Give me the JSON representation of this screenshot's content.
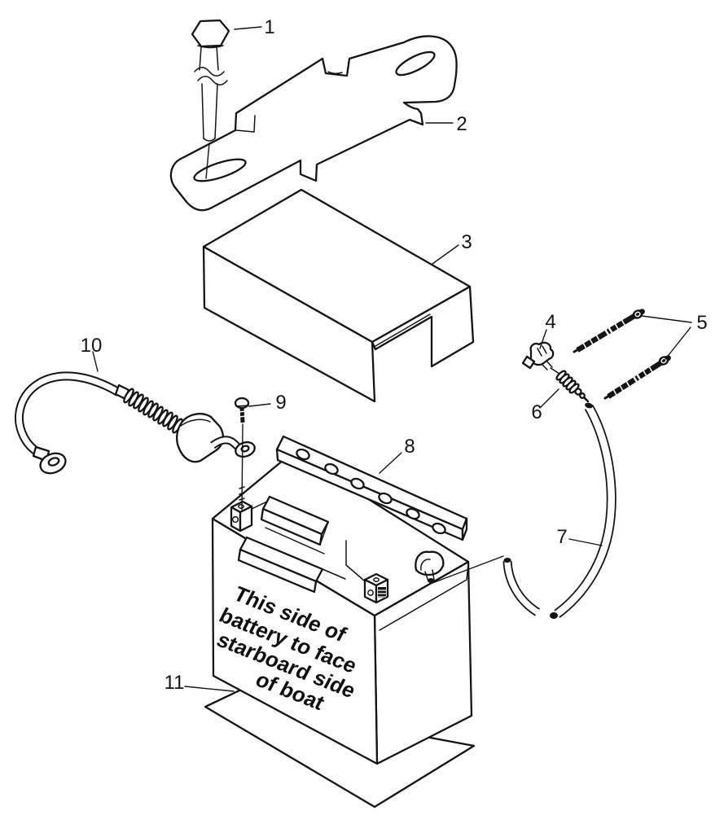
{
  "colors": {
    "line": "#141414",
    "background": "#ffffff"
  },
  "battery_text": {
    "lines": [
      "This side of",
      "battery to face",
      "starboard side",
      "of boat"
    ]
  },
  "callouts": [
    {
      "label": "1"
    },
    {
      "label": "2"
    },
    {
      "label": "3"
    },
    {
      "label": "4"
    },
    {
      "label": "5"
    },
    {
      "label": "6"
    },
    {
      "label": "7"
    },
    {
      "label": "8"
    },
    {
      "label": "9"
    },
    {
      "label": "10"
    },
    {
      "label": "11"
    }
  ]
}
